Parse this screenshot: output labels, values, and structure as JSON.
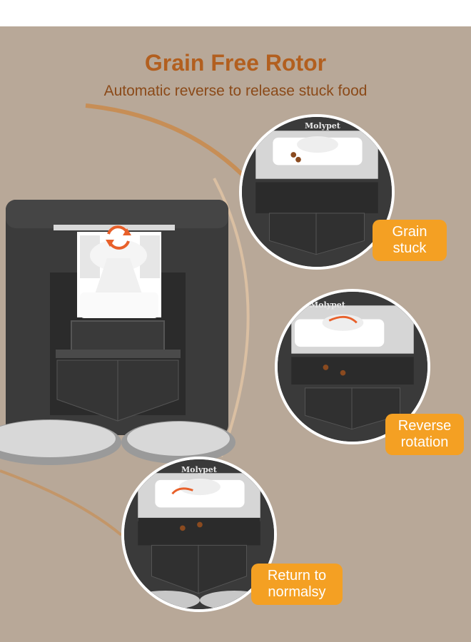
{
  "header": {
    "title": "Grain Free Rotor",
    "subtitle": "Automatic reverse to release stuck food"
  },
  "steps": [
    {
      "brand": "Molypet",
      "label_line1": "Grain",
      "label_line2": "stuck"
    },
    {
      "brand": "Molypet",
      "label_line1": "Reverse",
      "label_line2": "rotation"
    },
    {
      "brand": "Molypet",
      "label_line1": "Return to",
      "label_line2": "normalsy"
    }
  ],
  "colors": {
    "background": "#b8a898",
    "title": "#b25f1f",
    "subtitle": "#8b4a19",
    "label_bg": "#f4a023",
    "arc": "#c98a4a",
    "device": "#3a3a3a",
    "rotor_arrow": "#e8602a"
  },
  "icons": [
    "rotate-arrows-icon",
    "reverse-arrow-icon"
  ]
}
